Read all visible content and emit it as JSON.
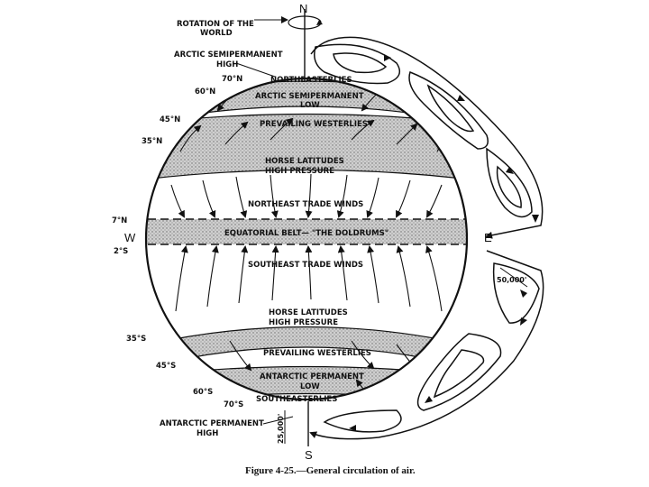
{
  "caption": "Figure 4-25.—General circulation of air.",
  "axis": {
    "rotation_label": [
      "ROTATION OF THE",
      "WORLD"
    ],
    "north": "N",
    "south": "S",
    "west": "W",
    "east": "E"
  },
  "polar_labels": {
    "arctic_high": [
      "ARCTIC SEMIPERMANENT",
      "HIGH"
    ],
    "antarctic_high": [
      "ANTARCTIC PERMANENT",
      "HIGH"
    ]
  },
  "latitudes": {
    "n70": "70°N",
    "n60": "60°N",
    "n45": "45°N",
    "n35": "35°N",
    "n7": "7°N",
    "s2": "2°S",
    "s35": "35°S",
    "s45": "45°S",
    "s60": "60°S",
    "s70": "70°S"
  },
  "zones": {
    "northeasterlies": "NORTHEASTERLIES",
    "arctic_low": [
      "ARCTIC SEMIPERMANENT",
      "LOW"
    ],
    "prevailing_westerlies_n": "PREVAILING WESTERLIES",
    "horse_latitudes_n": [
      "HORSE LATITUDES",
      "HIGH PRESSURE"
    ],
    "ne_trade": "NORTHEAST TRADE WINDS",
    "doldrums": "EQUATORIAL BELT— \"THE DOLDRUMS\"",
    "se_trade": "SOUTHEAST TRADE WINDS",
    "horse_latitudes_s": [
      "HORSE LATITUDES",
      "HIGH PRESSURE"
    ],
    "prevailing_westerlies_s": "PREVAILING WESTERLIES",
    "antarctic_low": [
      "ANTARCTIC PERMANENT",
      "LOW"
    ],
    "southeasterlies": "SOUTHEASTERLIES"
  },
  "altitudes": {
    "upper": "50,000'",
    "lower": "25,000'"
  }
}
